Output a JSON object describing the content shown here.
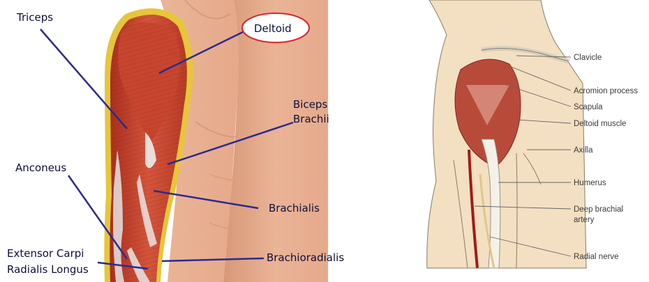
{
  "left_panel": {
    "labels": {
      "triceps": "Triceps",
      "deltoid": "Deltoid",
      "biceps_line1": "Biceps",
      "biceps_line2": "Brachii",
      "anconeus": "Anconeus",
      "brachialis": "Brachialis",
      "extensor_line1": "Extensor Carpi",
      "extensor_line2": "Radialis Longus",
      "brachioradialis": "Brachioradialis"
    },
    "colors": {
      "pointer": "#2b2a8f",
      "highlight_ellipse": "#d9262b",
      "muscle": "#c8432f",
      "skin": "#e3a98a",
      "fascia": "#e6c63a"
    }
  },
  "right_panel": {
    "labels": {
      "clavicle": "Clavicle",
      "acromion": "Acromion process",
      "scapula": "Scapula",
      "deltoid_muscle": "Deltoid muscle",
      "axilla": "Axilla",
      "humerus": "Humerus",
      "deep_brachial_line1": "Deep brachial",
      "deep_brachial_line2": "artery",
      "radial_nerve": "Radial nerve"
    },
    "colors": {
      "skin": "#f3dfc2",
      "muscle": "#b84a3a",
      "artery": "#a31a16",
      "leader": "#666666"
    }
  }
}
